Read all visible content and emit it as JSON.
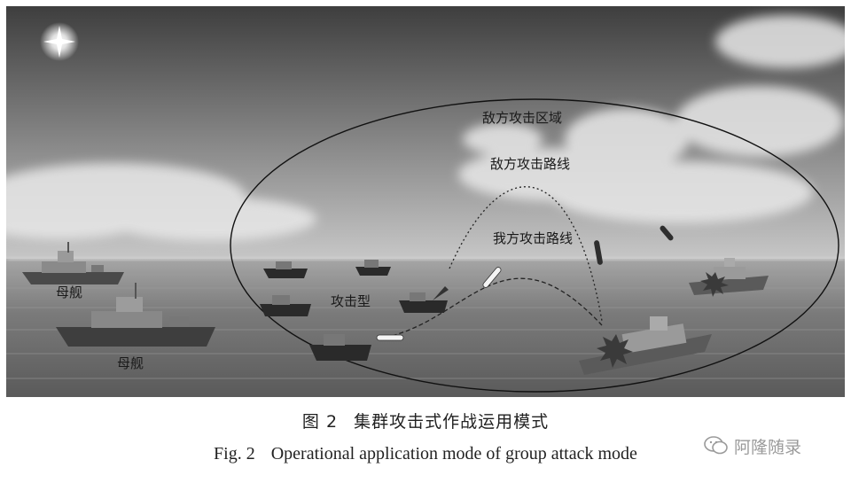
{
  "diagram": {
    "labels": {
      "enemy_zone": "敌方攻击区域",
      "enemy_route": "敌方攻击路线",
      "our_route": "我方攻击路线",
      "attack_type": "攻击型",
      "mother_ship_1": "母舰",
      "mother_ship_2": "母舰"
    },
    "icons": [
      "sun-icon",
      "mother-ship-icon",
      "usv-boat-icon",
      "missile-icon",
      "warship-icon",
      "explosion-icon"
    ]
  },
  "caption": {
    "cn_number": "图 2",
    "cn_text": "集群攻击式作战运用模式",
    "en_number": "Fig. 2",
    "en_text": "Operational application mode of group attack mode"
  },
  "watermark": {
    "text": "阿隆随录",
    "icon": "wechat-icon"
  },
  "colors": {
    "sky_top": "#4a4a4a",
    "sea": "#6b6b6b",
    "line": "#1c1c1c"
  }
}
